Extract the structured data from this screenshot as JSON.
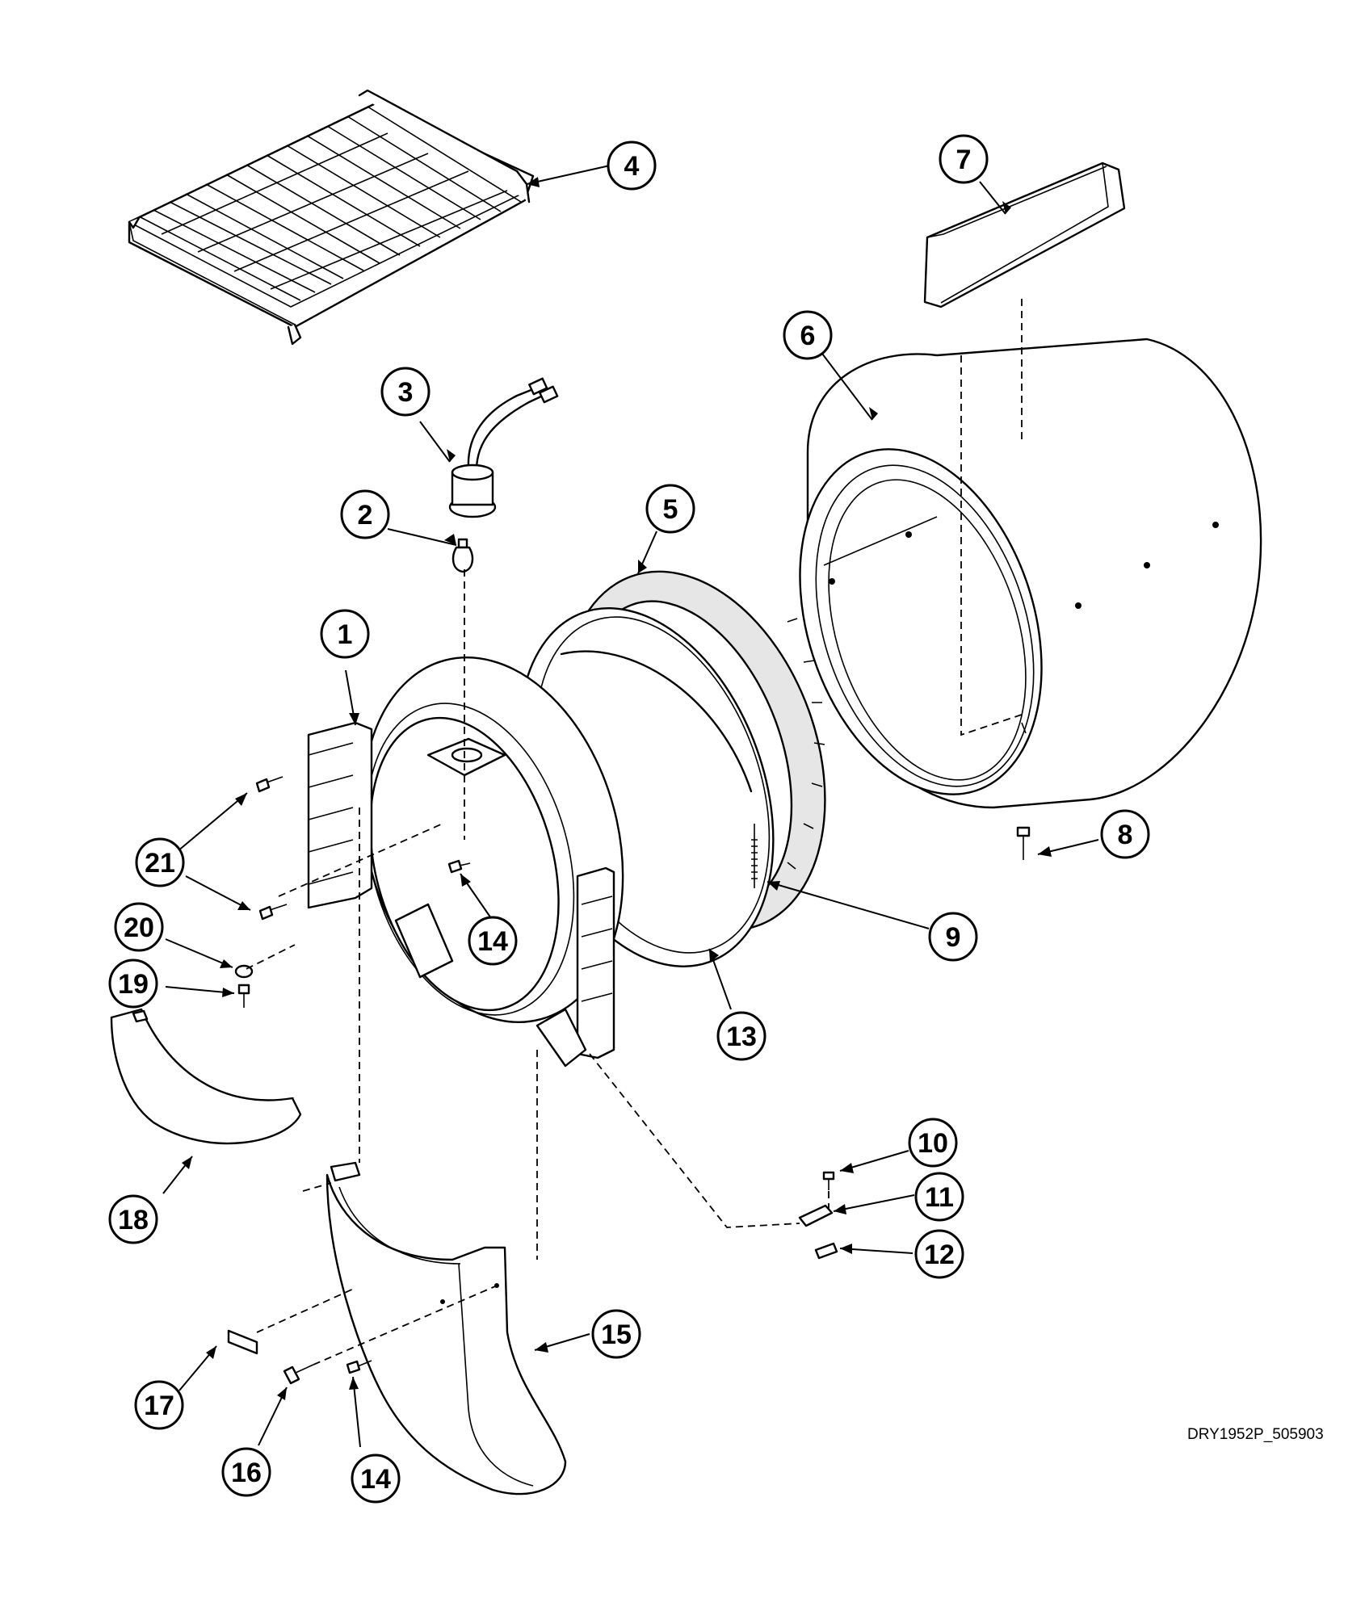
{
  "diagram": {
    "drawing_id": "DRY1952P_505903",
    "callouts": [
      {
        "id": "c4",
        "label": "4"
      },
      {
        "id": "c7",
        "label": "7"
      },
      {
        "id": "c6",
        "label": "6"
      },
      {
        "id": "c3",
        "label": "3"
      },
      {
        "id": "c5",
        "label": "5"
      },
      {
        "id": "c2",
        "label": "2"
      },
      {
        "id": "c1",
        "label": "1"
      },
      {
        "id": "c8",
        "label": "8"
      },
      {
        "id": "c21",
        "label": "21"
      },
      {
        "id": "c14a",
        "label": "14"
      },
      {
        "id": "c9",
        "label": "9"
      },
      {
        "id": "c20",
        "label": "20"
      },
      {
        "id": "c19",
        "label": "19"
      },
      {
        "id": "c13",
        "label": "13"
      },
      {
        "id": "c10",
        "label": "10"
      },
      {
        "id": "c11",
        "label": "11"
      },
      {
        "id": "c18",
        "label": "18"
      },
      {
        "id": "c12",
        "label": "12"
      },
      {
        "id": "c15",
        "label": "15"
      },
      {
        "id": "c17",
        "label": "17"
      },
      {
        "id": "c16",
        "label": "16"
      },
      {
        "id": "c14b",
        "label": "14"
      }
    ]
  }
}
